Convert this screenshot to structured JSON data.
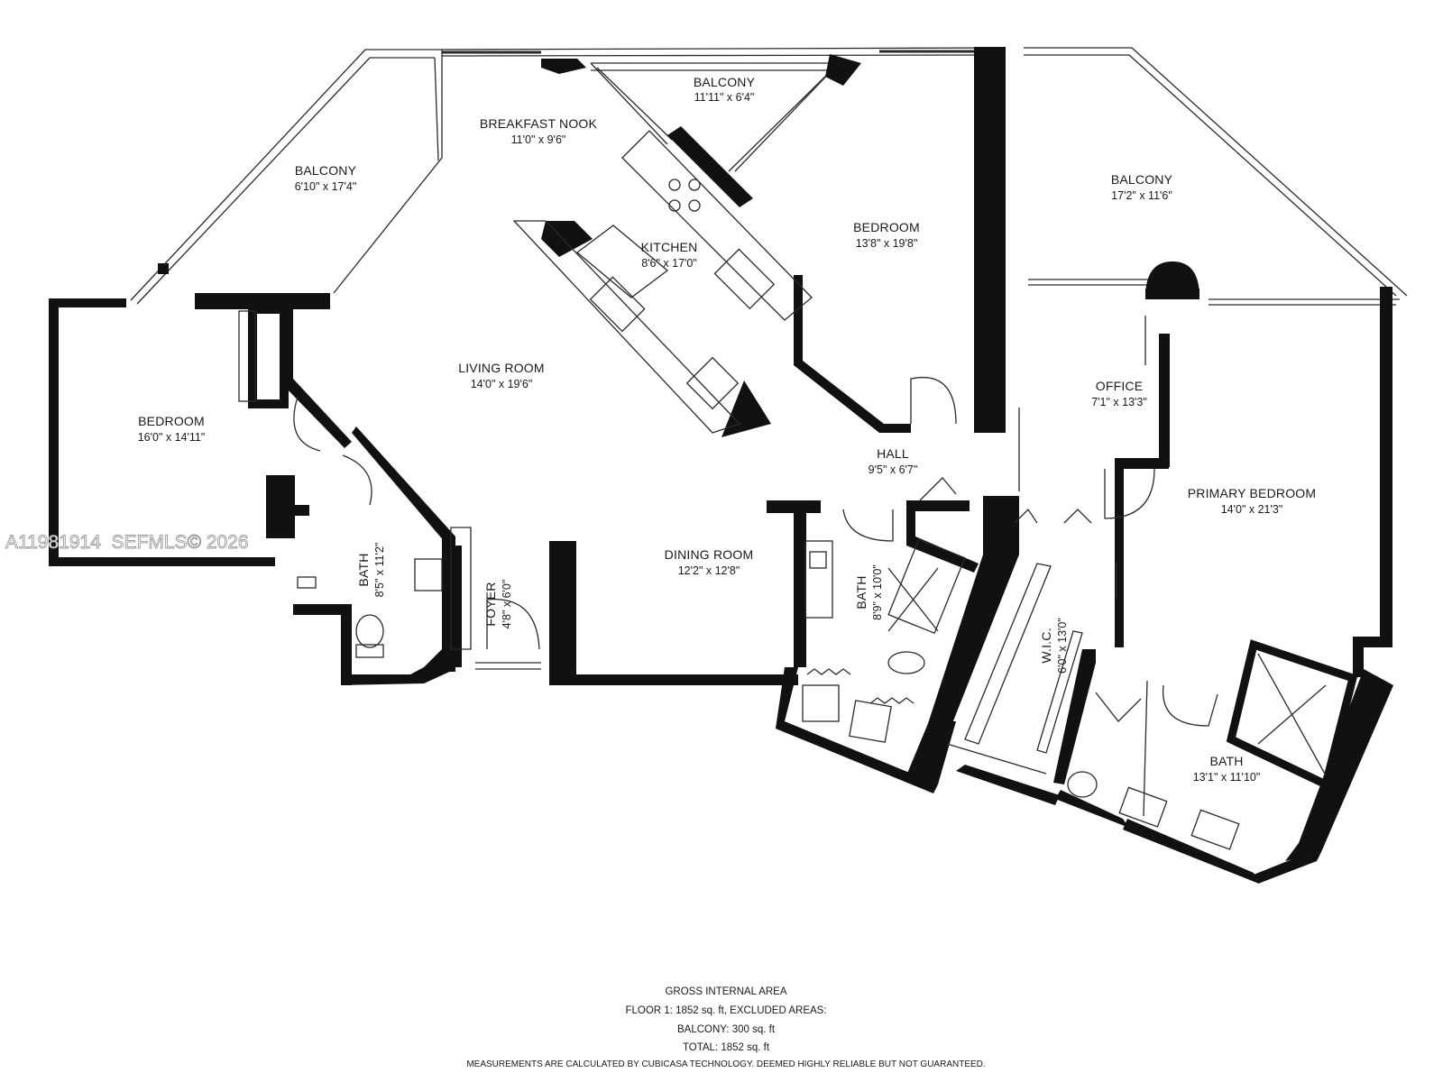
{
  "rooms": [
    {
      "id": "balcony-left",
      "name": "BALCONY",
      "dims": "6'10\" x 17'4\""
    },
    {
      "id": "breakfast-nook",
      "name": "BREAKFAST NOOK",
      "dims": "11'0\" x 9'6\""
    },
    {
      "id": "balcony-top",
      "name": "BALCONY",
      "dims": "11'11\" x 6'4\""
    },
    {
      "id": "balcony-right",
      "name": "BALCONY",
      "dims": "17'2\" x 11'6\""
    },
    {
      "id": "kitchen",
      "name": "KITCHEN",
      "dims": "8'6\" x 17'0\""
    },
    {
      "id": "bedroom-top",
      "name": "BEDROOM",
      "dims": "13'8\" x 19'8\""
    },
    {
      "id": "living-room",
      "name": "LIVING ROOM",
      "dims": "14'0\" x 19'6\""
    },
    {
      "id": "office",
      "name": "OFFICE",
      "dims": "7'1\" x 13'3\""
    },
    {
      "id": "bedroom-left",
      "name": "BEDROOM",
      "dims": "16'0\" x 14'11\""
    },
    {
      "id": "hall",
      "name": "HALL",
      "dims": "9'5\" x 6'7\""
    },
    {
      "id": "primary-bedroom",
      "name": "PRIMARY BEDROOM",
      "dims": "14'0\" x 21'3\""
    },
    {
      "id": "dining-room",
      "name": "DINING ROOM",
      "dims": "12'2\" x 12'8\""
    },
    {
      "id": "bath-left",
      "name": "BATH",
      "dims": "8'5\" x 11'2\""
    },
    {
      "id": "foyer",
      "name": "FOYER",
      "dims": "4'8\" x 6'0\""
    },
    {
      "id": "bath-center",
      "name": "BATH",
      "dims": "8'9\" x 10'0\""
    },
    {
      "id": "wic",
      "name": "W.I.C.",
      "dims": "6'0\" x 13'0\""
    },
    {
      "id": "bath-primary",
      "name": "BATH",
      "dims": "13'1\" x 11'10\""
    }
  ],
  "watermark": "A11981914  SEFMLS© 2026",
  "footer": {
    "line1": "GROSS INTERNAL AREA",
    "line2": "FLOOR 1: 1852 sq. ft, EXCLUDED AREAS:",
    "line3": "BALCONY: 300 sq. ft",
    "line4": "TOTAL: 1852 sq. ft",
    "line5": "MEASUREMENTS ARE CALCULATED BY CUBICASA TECHNOLOGY. DEEMED HIGHLY RELIABLE BUT NOT GUARANTEED."
  },
  "colors": {
    "wall": "#111111",
    "line": "#2a2a2a",
    "background": "#ffffff"
  }
}
